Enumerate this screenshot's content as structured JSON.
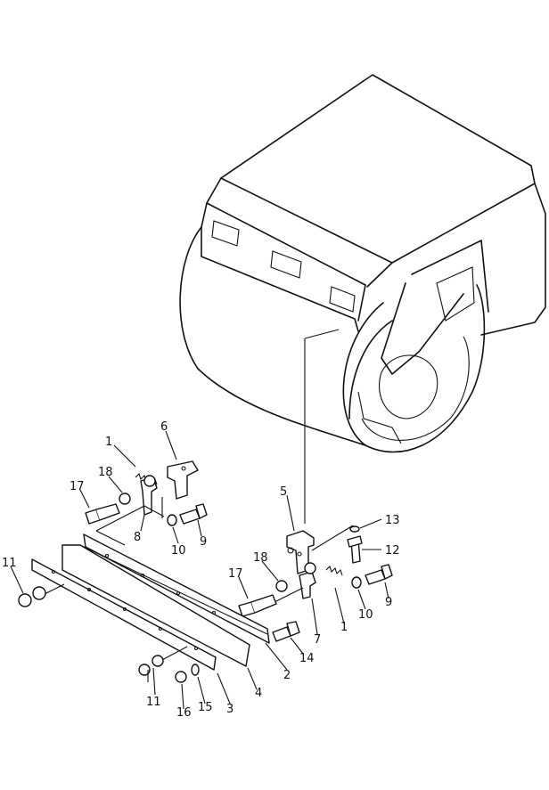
{
  "diagram": {
    "callouts": [
      {
        "id": "c1a",
        "text": "1"
      },
      {
        "id": "c6",
        "text": "6"
      },
      {
        "id": "c18a",
        "text": "18"
      },
      {
        "id": "c17a",
        "text": "17"
      },
      {
        "id": "c8",
        "text": "8"
      },
      {
        "id": "c10a",
        "text": "10"
      },
      {
        "id": "c9a",
        "text": "9"
      },
      {
        "id": "c5",
        "text": "5"
      },
      {
        "id": "c13",
        "text": "13"
      },
      {
        "id": "c12",
        "text": "12"
      },
      {
        "id": "c18b",
        "text": "18"
      },
      {
        "id": "c17b",
        "text": "17"
      },
      {
        "id": "c10b",
        "text": "10"
      },
      {
        "id": "c9b",
        "text": "9"
      },
      {
        "id": "c1b",
        "text": "1"
      },
      {
        "id": "c7",
        "text": "7"
      },
      {
        "id": "c14",
        "text": "14"
      },
      {
        "id": "c11a",
        "text": "11"
      },
      {
        "id": "c2",
        "text": "2"
      },
      {
        "id": "c4",
        "text": "4"
      },
      {
        "id": "c3",
        "text": "3"
      },
      {
        "id": "c15",
        "text": "15"
      },
      {
        "id": "c16",
        "text": "16"
      },
      {
        "id": "c11b",
        "text": "11"
      }
    ]
  }
}
